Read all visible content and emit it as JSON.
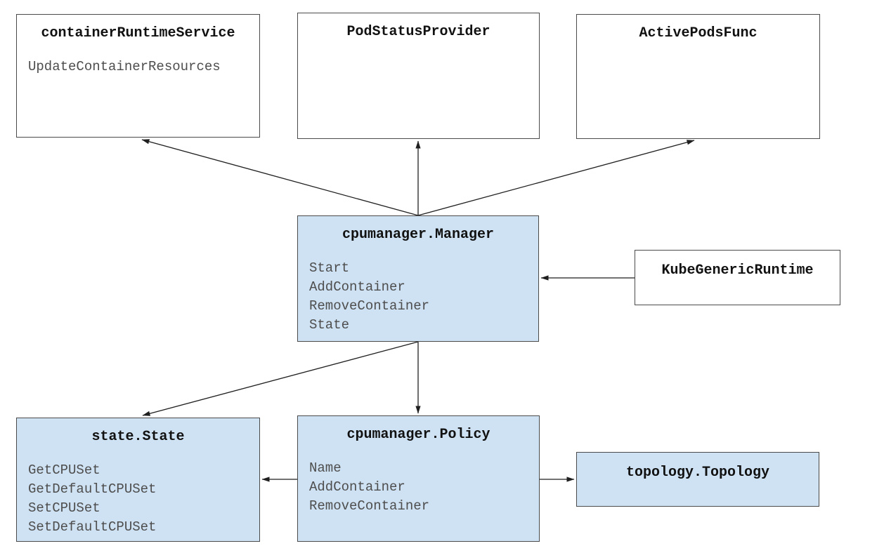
{
  "colors": {
    "highlight_node_fill": "#cfe2f3",
    "plain_node_fill": "#ffffff",
    "node_border": "#4a4a4a",
    "title_text": "#111111",
    "method_text": "#4d4d4d",
    "arrow": "#1f1f1f"
  },
  "nodes": {
    "container_runtime_service": {
      "title": "containerRuntimeService",
      "methods": [
        "UpdateContainerResources"
      ]
    },
    "pod_status_provider": {
      "title": "PodStatusProvider",
      "methods": []
    },
    "active_pods_func": {
      "title": "ActivePodsFunc",
      "methods": []
    },
    "cpumanager_manager": {
      "title": "cpumanager.Manager",
      "methods": [
        "Start",
        "AddContainer",
        "RemoveContainer",
        "State"
      ]
    },
    "kube_generic_runtime": {
      "title": "KubeGenericRuntime",
      "methods": []
    },
    "state_state": {
      "title": "state.State",
      "methods": [
        "GetCPUSet",
        "GetDefaultCPUSet",
        "SetCPUSet",
        "SetDefaultCPUSet"
      ]
    },
    "cpumanager_policy": {
      "title": "cpumanager.Policy",
      "methods": [
        "Name",
        "AddContainer",
        "RemoveContainer"
      ]
    },
    "topology_topology": {
      "title": "topology.Topology",
      "methods": []
    }
  },
  "edges": [
    {
      "from": "cpumanager.Manager",
      "to": "containerRuntimeService"
    },
    {
      "from": "cpumanager.Manager",
      "to": "PodStatusProvider"
    },
    {
      "from": "cpumanager.Manager",
      "to": "ActivePodsFunc"
    },
    {
      "from": "KubeGenericRuntime",
      "to": "cpumanager.Manager"
    },
    {
      "from": "cpumanager.Manager",
      "to": "state.State"
    },
    {
      "from": "cpumanager.Manager",
      "to": "cpumanager.Policy"
    },
    {
      "from": "cpumanager.Policy",
      "to": "state.State"
    },
    {
      "from": "cpumanager.Policy",
      "to": "topology.Topology"
    }
  ]
}
